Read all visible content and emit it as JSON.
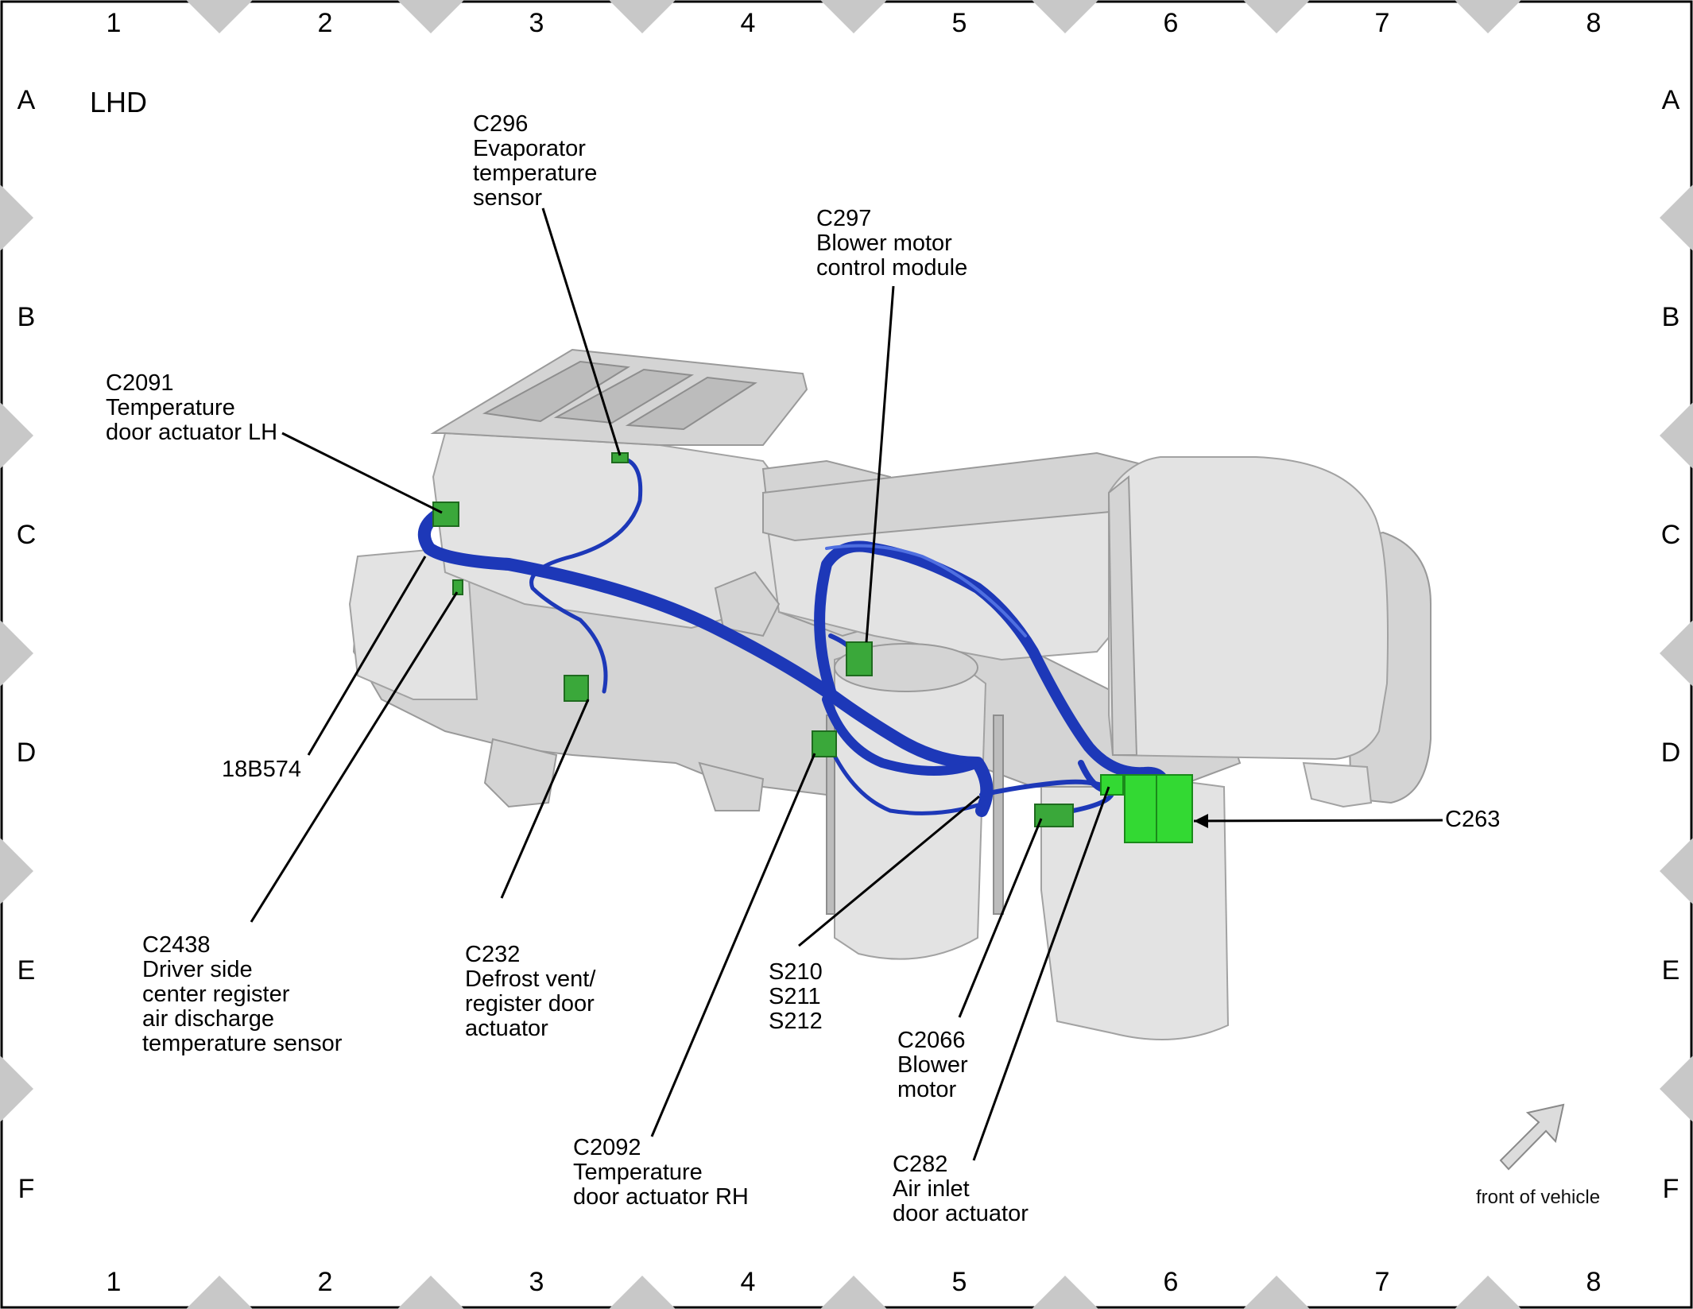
{
  "frame": {
    "columns": [
      "1",
      "2",
      "3",
      "4",
      "5",
      "6",
      "7",
      "8"
    ],
    "rows": [
      "A",
      "B",
      "C",
      "D",
      "E",
      "F"
    ]
  },
  "drive_side": "LHD",
  "callouts": {
    "c296": [
      "C296",
      "Evaporator",
      "temperature",
      "sensor"
    ],
    "c297": [
      "C297",
      "Blower motor",
      "control module"
    ],
    "c2091": [
      "C2091",
      "Temperature",
      "door actuator LH"
    ],
    "b18b574": [
      "18B574"
    ],
    "c2438": [
      "C2438",
      "Driver side",
      "center register",
      "air discharge",
      "temperature sensor"
    ],
    "c232": [
      "C232",
      "Defrost vent/",
      "register door",
      "actuator"
    ],
    "c2092": [
      "C2092",
      "Temperature",
      "door actuator RH"
    ],
    "s210": [
      "S210",
      "S211",
      "S212"
    ],
    "c2066": [
      "C2066",
      "Blower",
      "motor"
    ],
    "c282": [
      "C282",
      "Air inlet",
      "door actuator"
    ],
    "c263": [
      "C263"
    ]
  },
  "orientation_label": "front of vehicle",
  "colors": {
    "harness": "#1d38b8",
    "connector": "#3aa83a",
    "connector_highlight": "#33d933",
    "housing": "#d4d4d4",
    "frame_marker": "#c8c8c8"
  }
}
